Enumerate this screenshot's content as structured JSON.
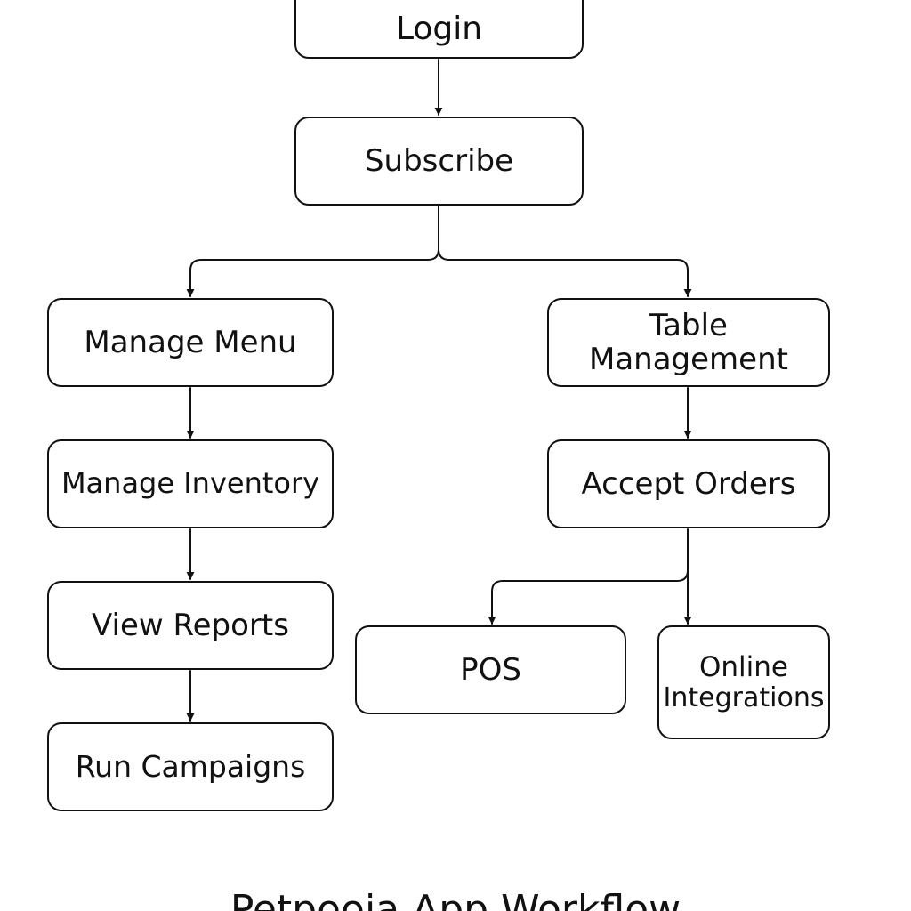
{
  "diagram": {
    "nodes": {
      "login": "Login",
      "subscribe": "Subscribe",
      "manage_menu": "Manage Menu",
      "manage_inventory": "Manage Inventory",
      "view_reports": "View Reports",
      "run_campaigns": "Run Campaigns",
      "table_management": [
        "Table",
        "Management"
      ],
      "accept_orders": "Accept Orders",
      "pos": "POS",
      "online_integrations": [
        "Online",
        "Integrations"
      ]
    },
    "edges": [
      {
        "from": "Login",
        "to": "Subscribe"
      },
      {
        "from": "Subscribe",
        "to": "Manage Menu"
      },
      {
        "from": "Subscribe",
        "to": "Table Management"
      },
      {
        "from": "Manage Menu",
        "to": "Manage Inventory"
      },
      {
        "from": "Manage Inventory",
        "to": "View Reports"
      },
      {
        "from": "View Reports",
        "to": "Run Campaigns"
      },
      {
        "from": "Table Management",
        "to": "Accept Orders"
      },
      {
        "from": "Accept Orders",
        "to": "POS"
      },
      {
        "from": "Accept Orders",
        "to": "Online Integrations"
      }
    ],
    "caption": "Petpooja App Workflow",
    "colors": {
      "stroke": "#111111",
      "background": "#ffffff"
    }
  }
}
